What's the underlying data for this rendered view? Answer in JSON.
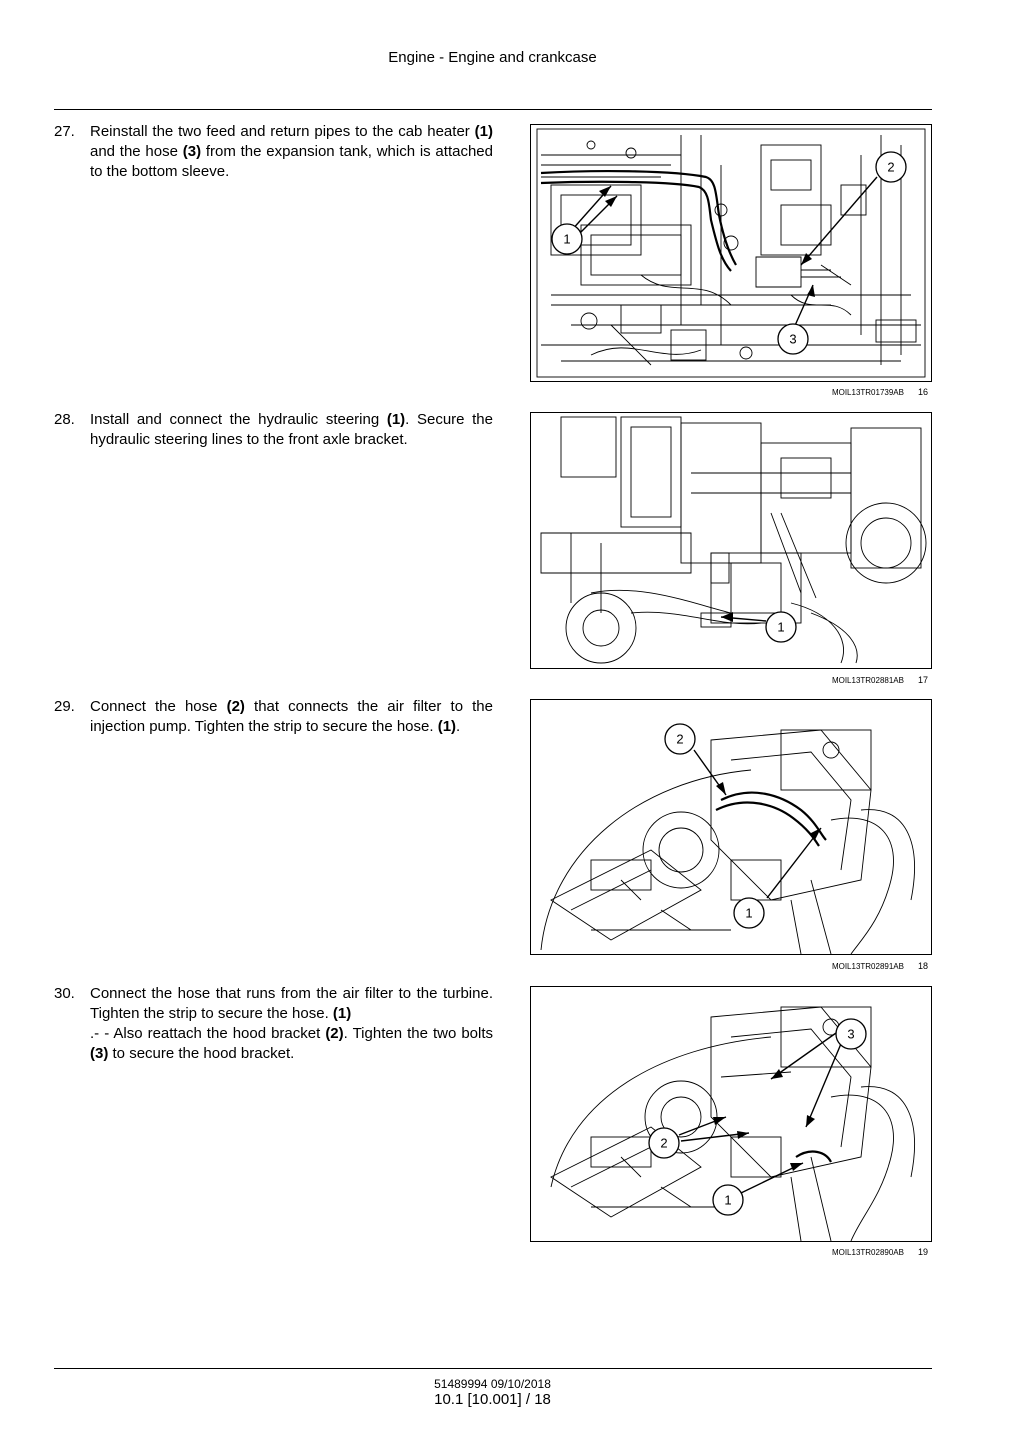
{
  "header": {
    "title": "Engine - Engine and crankcase"
  },
  "steps": [
    {
      "number": "27.",
      "text_parts": [
        "Reinstall the two feed and return pipes to the cab heater ",
        "(1)",
        " and the hose ",
        "(3)",
        " from the expansion tank, which is attached to the bottom sleeve."
      ],
      "figure": {
        "code": "MOIL13TR01739AB",
        "number": "16",
        "callouts": [
          "1",
          "2",
          "3"
        ]
      }
    },
    {
      "number": "28.",
      "text_parts": [
        "Install and connect the hydraulic steering ",
        "(1)",
        ".   Secure the hydraulic steering lines to the front axle bracket."
      ],
      "figure": {
        "code": "MOIL13TR02881AB",
        "number": "17",
        "callouts": [
          "1"
        ]
      }
    },
    {
      "number": "29.",
      "text_parts": [
        "Connect the hose ",
        "(2)",
        " that connects the air filter to the injection pump.  Tighten the strip to secure the hose. ",
        "(1)",
        "."
      ],
      "figure": {
        "code": "MOIL13TR02891AB",
        "number": "18",
        "callouts": [
          "2",
          "1"
        ]
      }
    },
    {
      "number": "30.",
      "text_line1": [
        "Connect the hose that runs from the air filter to the turbine.  Tighten the strip to secure the hose. ",
        "(1)"
      ],
      "text_line2": [
        ".- - Also reattach the hood bracket ",
        "(2)",
        ".    Tighten the two bolts ",
        "(3)",
        " to secure the hood bracket."
      ],
      "figure": {
        "code": "MOIL13TR02890AB",
        "number": "19",
        "callouts": [
          "3",
          "2",
          "1"
        ]
      }
    }
  ],
  "footer": {
    "doc": "51489994 09/10/2018",
    "page": "10.1 [10.001] / 18"
  }
}
